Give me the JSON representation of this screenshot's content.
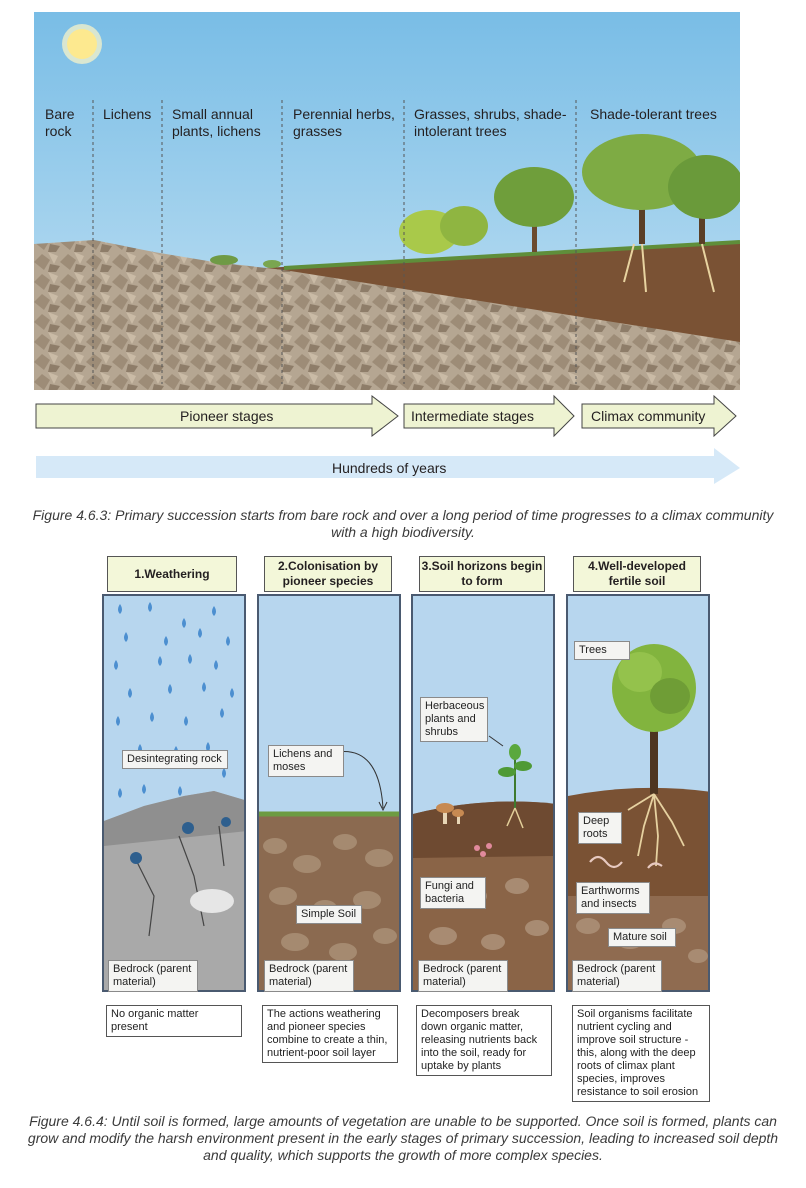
{
  "figure1": {
    "stages": [
      "Bare rock",
      "Lichens",
      "Small annual plants, lichens",
      "Perennial herbs, grasses",
      "Grasses, shrubs, shade-intolerant trees",
      "Shade-tolerant trees"
    ],
    "arrows": {
      "pioneer": "Pioneer stages",
      "intermediate": "Intermediate stages",
      "climax": "Climax community",
      "time": "Hundreds of years"
    },
    "caption": "Figure 4.6.3: Primary succession starts from bare rock and over a long period of time progresses to a climax community with a high biodiversity."
  },
  "figure2": {
    "columns": [
      {
        "title": "1.Weathering",
        "labels": [
          "Desintegrating rock",
          "Bedrock (parent material)"
        ],
        "note": "No organic matter present"
      },
      {
        "title": "2.Colonisation by pioneer species",
        "labels": [
          "Lichens and moses",
          "Simple Soil",
          "Bedrock (parent material)"
        ],
        "note": "The actions weathering and pioneer species combine to create a thin, nutrient-poor soil layer"
      },
      {
        "title": "3.Soil horizons begin to form",
        "labels": [
          "Herbaceous plants and shrubs",
          "Fungi and bacteria",
          "Bedrock (parent material)"
        ],
        "note": "Decomposers break down organic matter, releasing nutrients back into the soil, ready for uptake by plants"
      },
      {
        "title": "4.Well-developed fertile soil",
        "labels": [
          "Trees",
          "Deep roots",
          "Earthworms and insects",
          "Mature soil",
          "Bedrock (parent material)"
        ],
        "note": "Soil organisms facilitate nutrient cycling and improve soil structure - this, along with the deep roots of climax plant species, improves resistance to soil erosion"
      }
    ],
    "caption": "Figure 4.6.4: Until soil is formed, large amounts of vegetation are unable to be supported. Once soil is formed, plants can grow and modify the harsh environment present in the early stages of primary succession, leading to increased soil depth and quality, which supports the growth of more complex species."
  },
  "colors": {
    "sky": "#a9d3ee",
    "soil": "#7a5234",
    "rock": "#a99a86",
    "arrow_fill": "#eef3d2",
    "time_arrow": "#d6e9f8",
    "panel_sky": "#b7d6ee"
  }
}
